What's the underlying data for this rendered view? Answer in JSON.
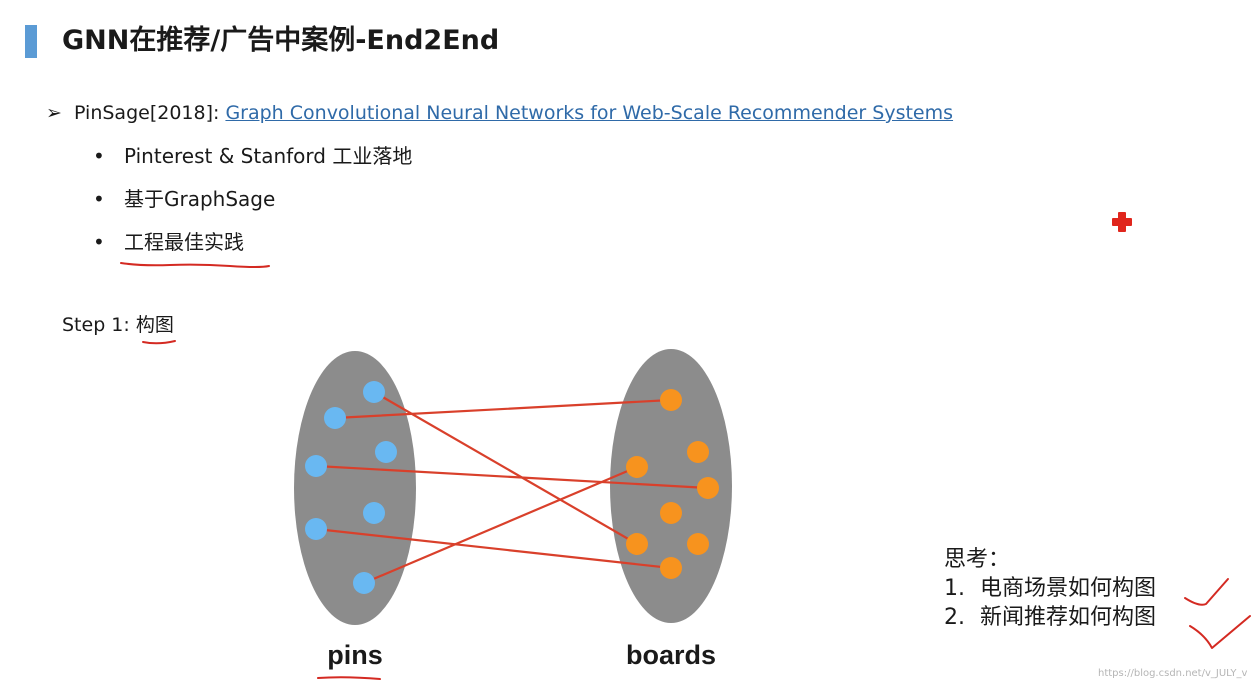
{
  "slide": {
    "title": "GNN在推荐/广告中案例-End2End",
    "paper": {
      "prefix": "PinSage[2018]: ",
      "link_text": "Graph Convolutional Neural Networks for Web-Scale Recommender Systems"
    },
    "bullets": [
      "Pinterest & Stanford 工业落地",
      "基于GraphSage",
      "工程最佳实践"
    ],
    "step": "Step 1: 构图"
  },
  "diagram": {
    "left_group_label": "pins",
    "right_group_label": "boards",
    "colors": {
      "pin": "#69b8f2",
      "board": "#f7931e",
      "ellipse": "#8c8c8c",
      "edge": "#d9402b"
    }
  },
  "think": {
    "heading": "思考：",
    "items": [
      {
        "num": "1.",
        "text": "电商场景如何构图"
      },
      {
        "num": "2.",
        "text": "新闻推荐如何构图"
      }
    ]
  },
  "watermark": "https://blog.csdn.net/v_JULY_v",
  "annotations": {
    "ink_color": "#d42a22"
  },
  "glyphs": {
    "arrow": "➢",
    "dot": "•"
  }
}
